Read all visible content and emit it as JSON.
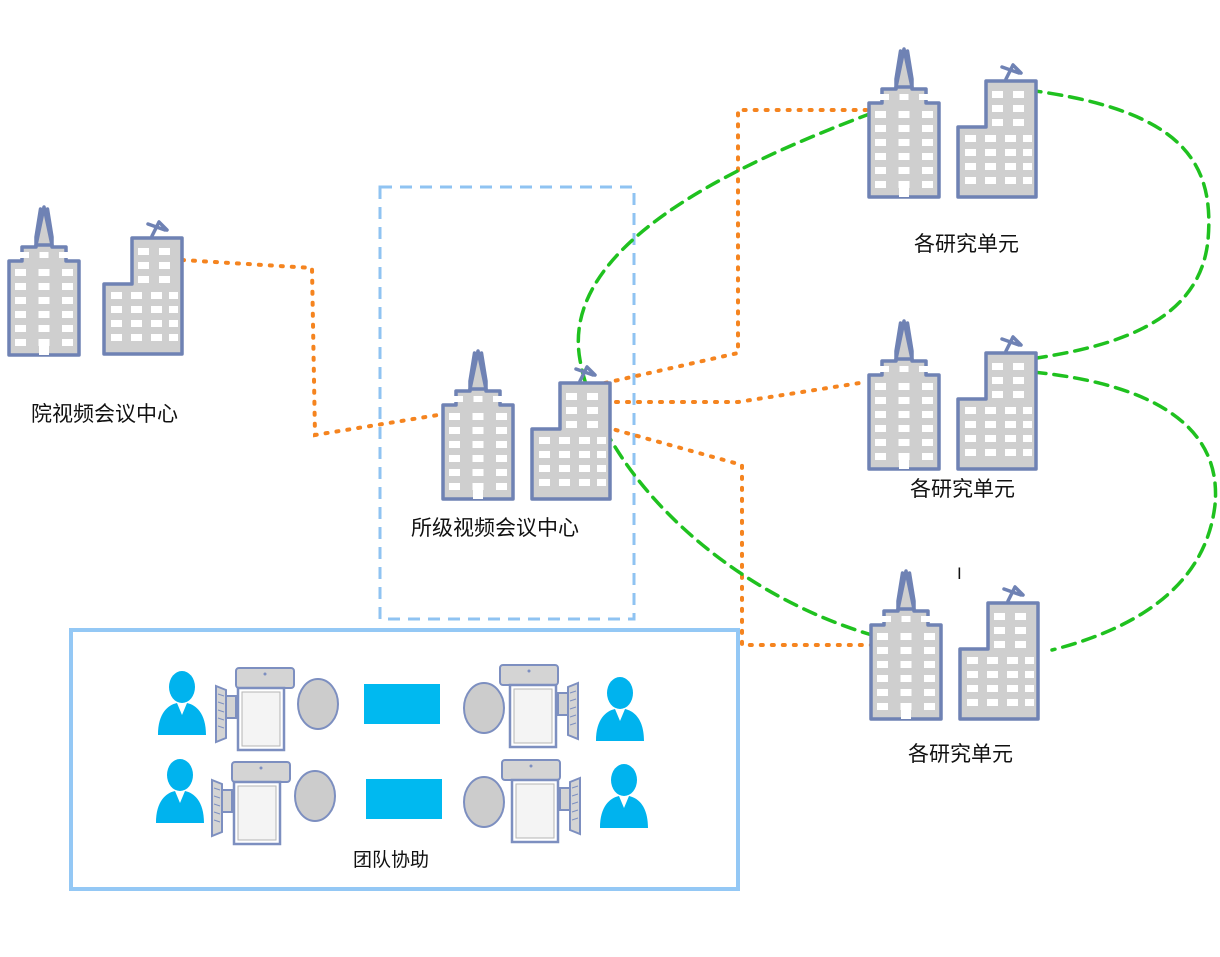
{
  "labels": {
    "academy_center": "院视频会议中心",
    "institute_center": "所级视频会议中心",
    "unit_top": "各研究单元",
    "unit_mid": "各研究单元",
    "unit_bottom": "各研究单元",
    "team": "团队协助",
    "cursor_mark": "I"
  },
  "colors": {
    "building_fill": "#cfcfcf",
    "building_stroke": "#6f82b4",
    "window": "#ffffff",
    "orange_link": "#f5841f",
    "green_link": "#1fc11f",
    "dashed_box": "#8fc3f2",
    "team_box": "#94c8f5",
    "person": "#00b3ee",
    "screen_bar": "#00b9f0",
    "terminal_fill": "#d4d4d4",
    "terminal_stroke": "#7d8fc0"
  },
  "icons": {
    "building": "office-building-icon",
    "person": "person-icon",
    "terminal": "video-terminal-icon",
    "speaker": "speaker-disc-icon",
    "screen": "display-panel-icon"
  }
}
